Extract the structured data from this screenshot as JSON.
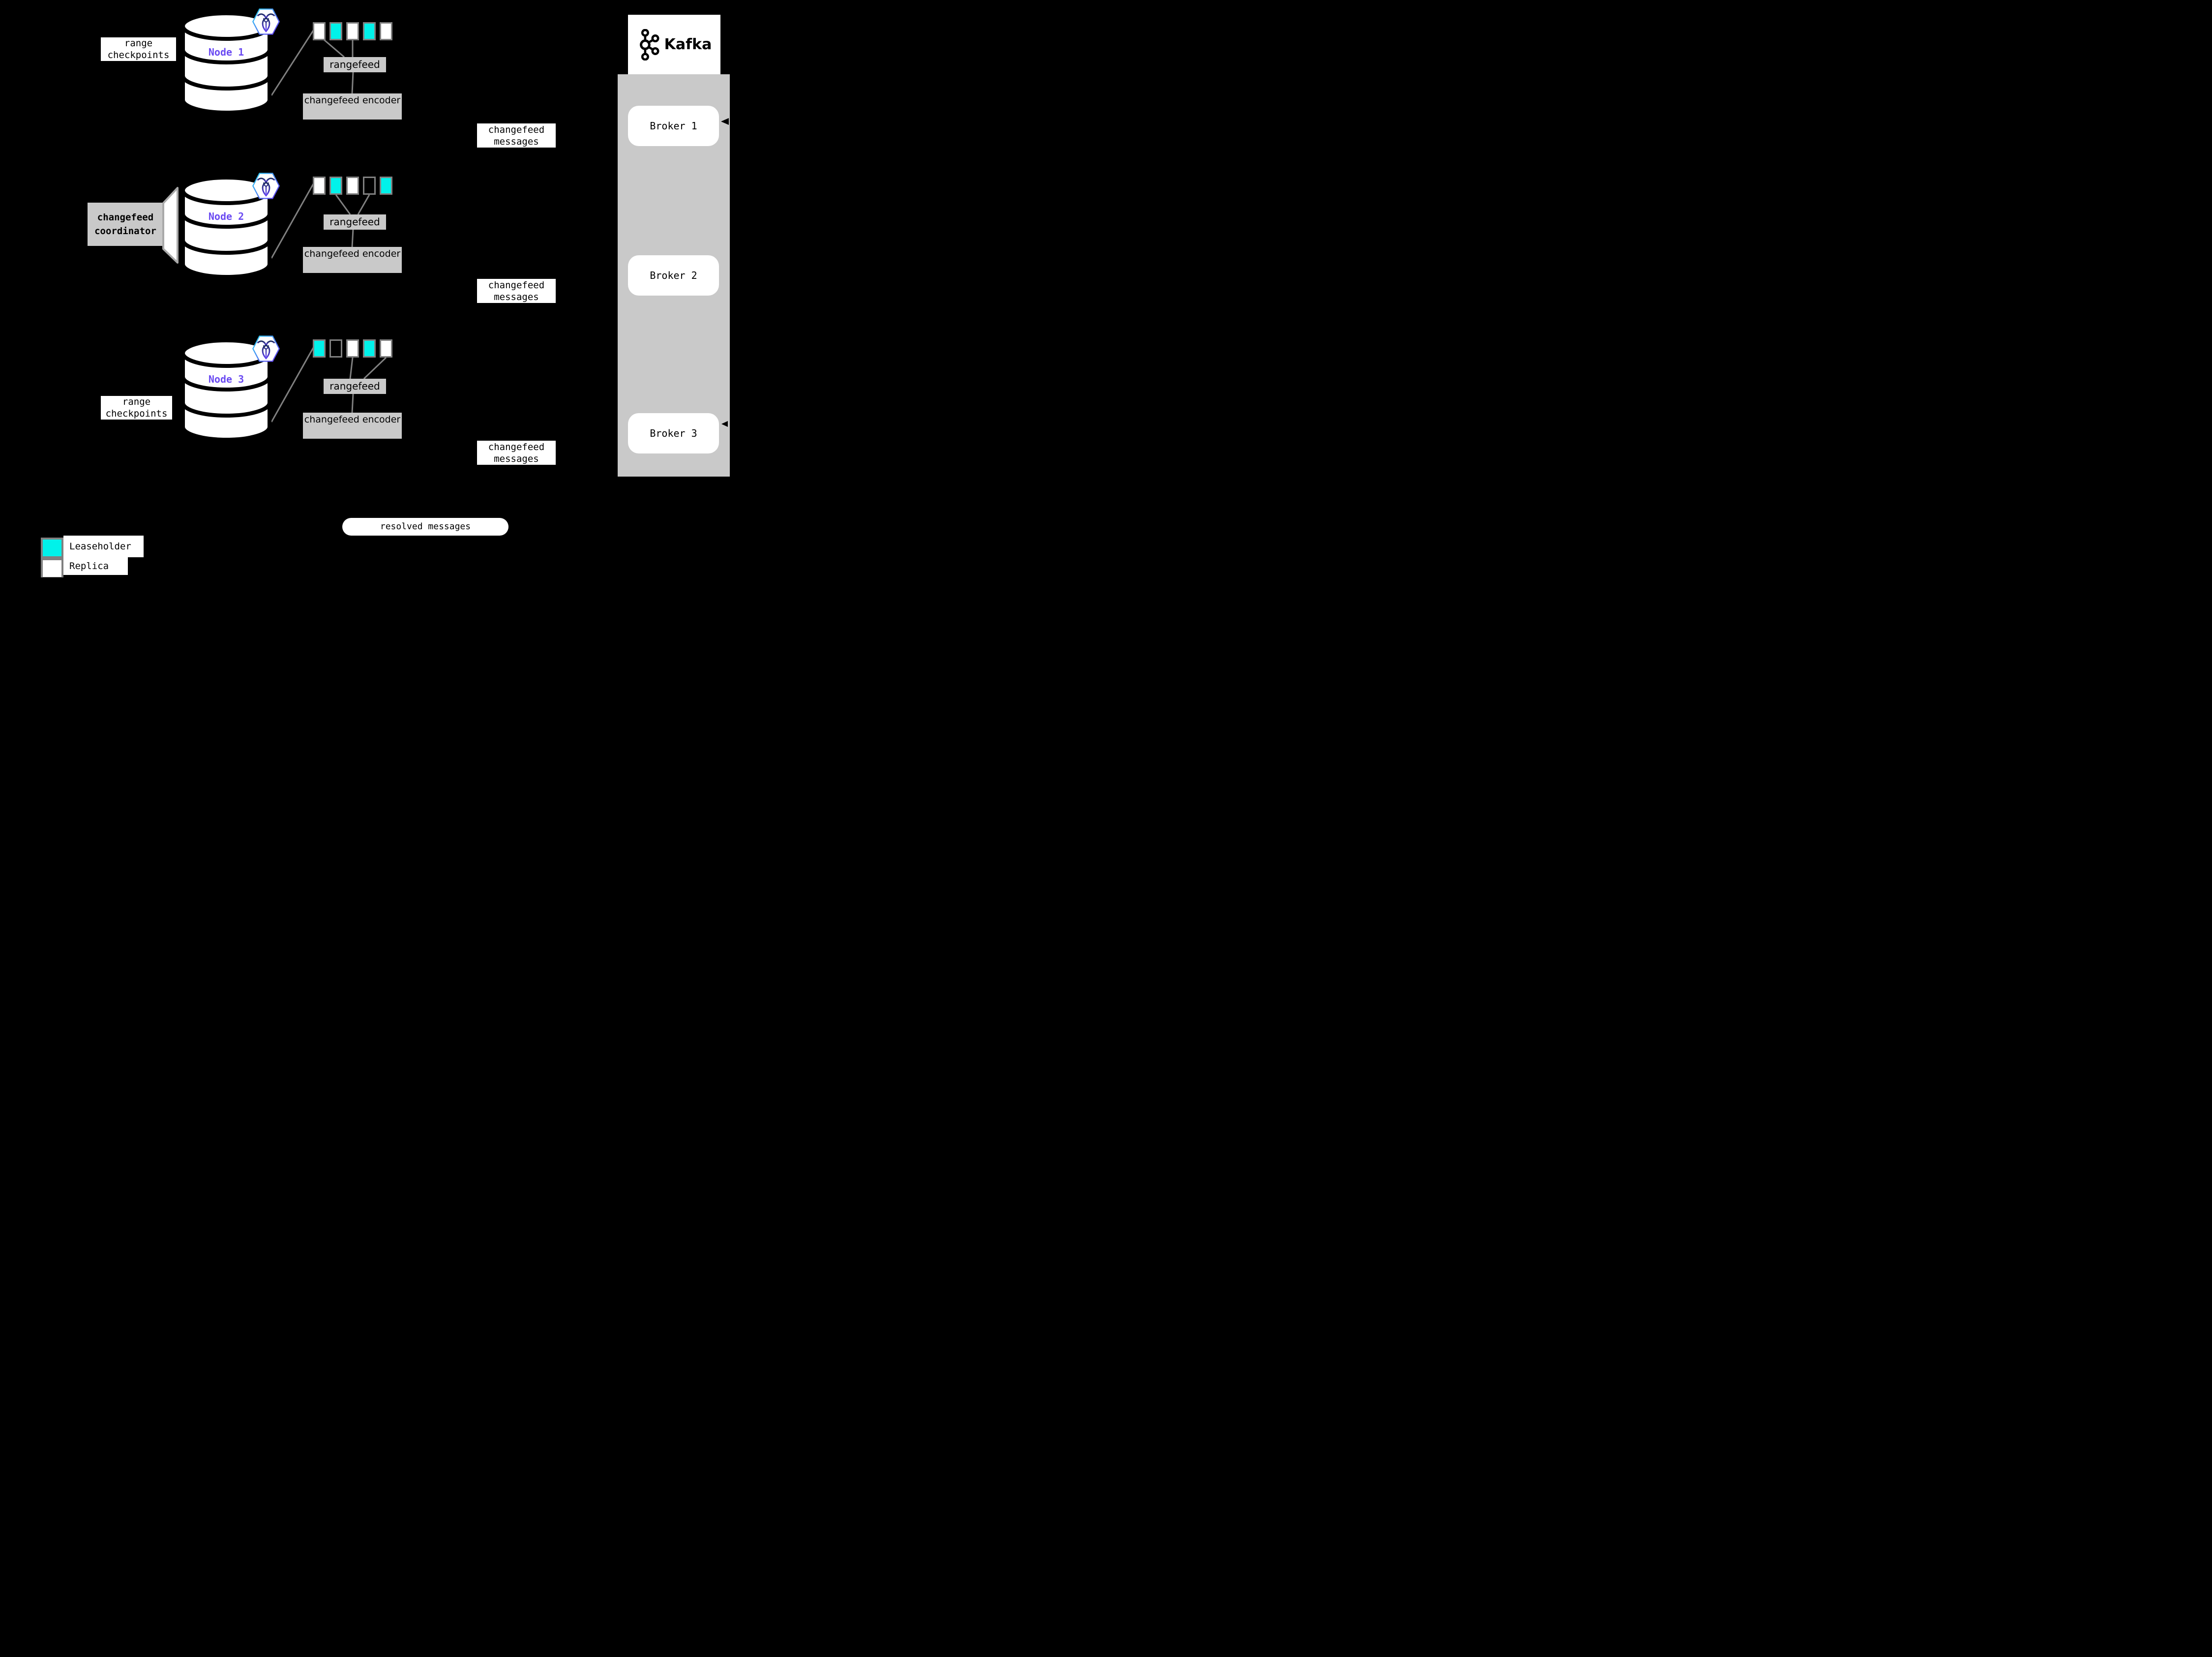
{
  "colors": {
    "background": "#000000",
    "leaseholder": "#00F2EA",
    "replica": "#FFFFFF",
    "panel_gray": "#C9C9C9",
    "line_gray": "#808080",
    "node_label_purple": "#6B4BF2",
    "cockroach_gradient_start": "#2BD6F5",
    "cockroach_gradient_end": "#6533F0"
  },
  "labels": {
    "range_checkpoints_top": "range checkpoints",
    "range_checkpoints_bottom": "range checkpoints",
    "changefeed_coordinator": "changefeed coordinator",
    "resolved_messages": "resolved messages"
  },
  "nodes": [
    {
      "label": "Node 1",
      "rangefeed": "rangefeed",
      "encoder": "changefeed encoder",
      "messages": "changefeed messages",
      "ranges": [
        "replica",
        "leaseholder",
        "replica",
        "leaseholder",
        "replica"
      ]
    },
    {
      "label": "Node 2",
      "rangefeed": "rangefeed",
      "encoder": "changefeed encoder",
      "messages": "changefeed messages",
      "ranges": [
        "replica",
        "leaseholder",
        "replica",
        "none",
        "leaseholder"
      ]
    },
    {
      "label": "Node 3",
      "rangefeed": "rangefeed",
      "encoder": "changefeed encoder",
      "messages": "changefeed messages",
      "ranges": [
        "leaseholder",
        "none",
        "replica",
        "leaseholder",
        "replica"
      ]
    }
  ],
  "kafka": {
    "wordmark": "Kafka",
    "brokers": [
      {
        "label": "Broker 1"
      },
      {
        "label": "Broker 2"
      },
      {
        "label": "Broker 3"
      }
    ]
  },
  "legend": {
    "items": [
      {
        "type": "leaseholder",
        "label": "Leaseholder"
      },
      {
        "type": "replica",
        "label": "Replica"
      }
    ]
  }
}
